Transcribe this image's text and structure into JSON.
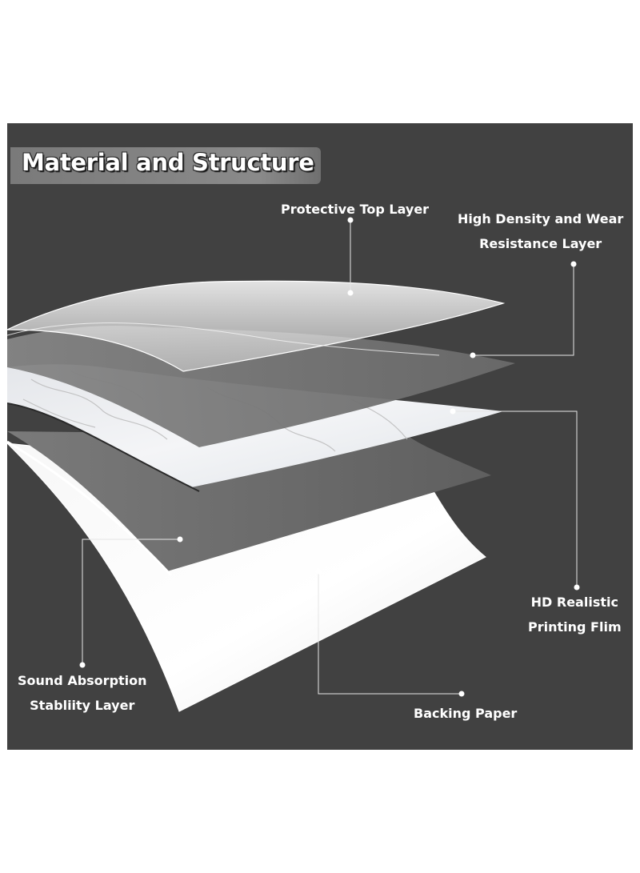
{
  "title": "Material and Structure",
  "layers": {
    "protective_top": {
      "text": "Protective Top Layer"
    },
    "high_density": {
      "line1": "High Density and Wear",
      "line2": "Resistance Layer"
    },
    "hd_printing": {
      "line1": "HD Realistic",
      "line2": "Printing Flim"
    },
    "sound_absorption": {
      "line1": "Sound Absorption",
      "line2": "Stabliity  Layer"
    },
    "backing_paper": {
      "text": "Backing Paper"
    }
  },
  "colors": {
    "background": "#414141",
    "label_text": "#ffffff",
    "title_bar": "#8a8a8a",
    "leader_line": "#e6e6e6"
  }
}
